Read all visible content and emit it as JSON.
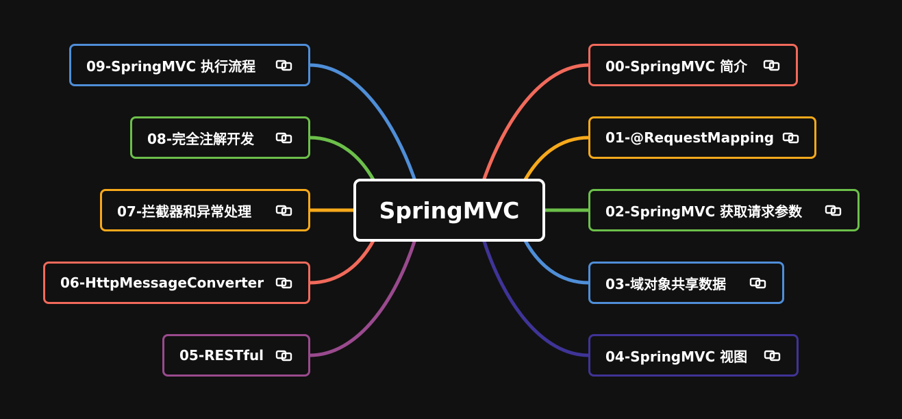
{
  "root": {
    "label": "SpringMVC"
  },
  "nodes": [
    {
      "id": "n00",
      "label": "00-SpringMVC 简介",
      "color": "#f26a5b",
      "side": "right",
      "icon": "link-icon"
    },
    {
      "id": "n01",
      "label": "01-@RequestMapping",
      "color": "#f6a91b",
      "side": "right",
      "icon": "link-icon"
    },
    {
      "id": "n02",
      "label": "02-SpringMVC 获取请求参数",
      "color": "#6cc04a",
      "side": "right",
      "icon": "link-icon"
    },
    {
      "id": "n03",
      "label": "03-域对象共享数据",
      "color": "#4f8ed8",
      "side": "right",
      "icon": "link-icon"
    },
    {
      "id": "n04",
      "label": "04-SpringMVC 视图",
      "color": "#3f3497",
      "side": "right",
      "icon": "link-icon"
    },
    {
      "id": "n05",
      "label": "05-RESTful",
      "color": "#9a4a8e",
      "side": "left",
      "icon": "link-icon"
    },
    {
      "id": "n06",
      "label": "06-HttpMessageConverter",
      "color": "#f26a5b",
      "side": "left",
      "icon": "link-icon"
    },
    {
      "id": "n07",
      "label": "07-拦截器和异常处理",
      "color": "#f6a91b",
      "side": "left",
      "icon": "link-icon"
    },
    {
      "id": "n08",
      "label": "08-完全注解开发",
      "color": "#6cc04a",
      "side": "left",
      "icon": "link-icon"
    },
    {
      "id": "n09",
      "label": "09-SpringMVC 执行流程",
      "color": "#4f8ed8",
      "side": "left",
      "icon": "link-icon"
    }
  ]
}
